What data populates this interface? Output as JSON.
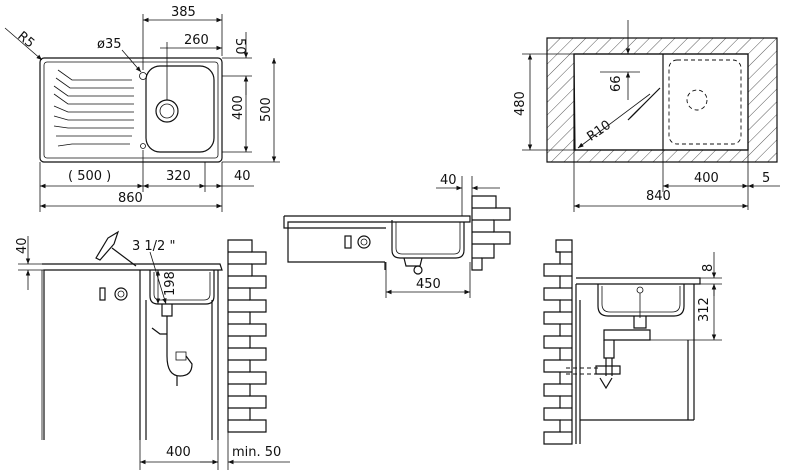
{
  "sink_top_view": {
    "corner_radius": "R5",
    "tap_hole": "ø35",
    "dim_385": "385",
    "dim_260": "260",
    "dim_50": "50",
    "dim_400": "400",
    "dim_500": "500",
    "dim_500_paren": "( 500 )",
    "dim_320": "320",
    "dim_40": "40",
    "dim_860": "860"
  },
  "cutout_view": {
    "dim_480": "480",
    "dim_66": "66",
    "radius": "R10",
    "dim_400": "400",
    "dim_5": "5",
    "dim_840": "840"
  },
  "side_section": {
    "dim_40": "40",
    "dim_450": "450"
  },
  "front_section": {
    "dim_40": "40",
    "waste_size": "3 1/2 \"",
    "dim_198": "198",
    "dim_400": "400",
    "dim_min50": "min. 50"
  },
  "right_section": {
    "dim_8": "8",
    "dim_312": "312"
  }
}
